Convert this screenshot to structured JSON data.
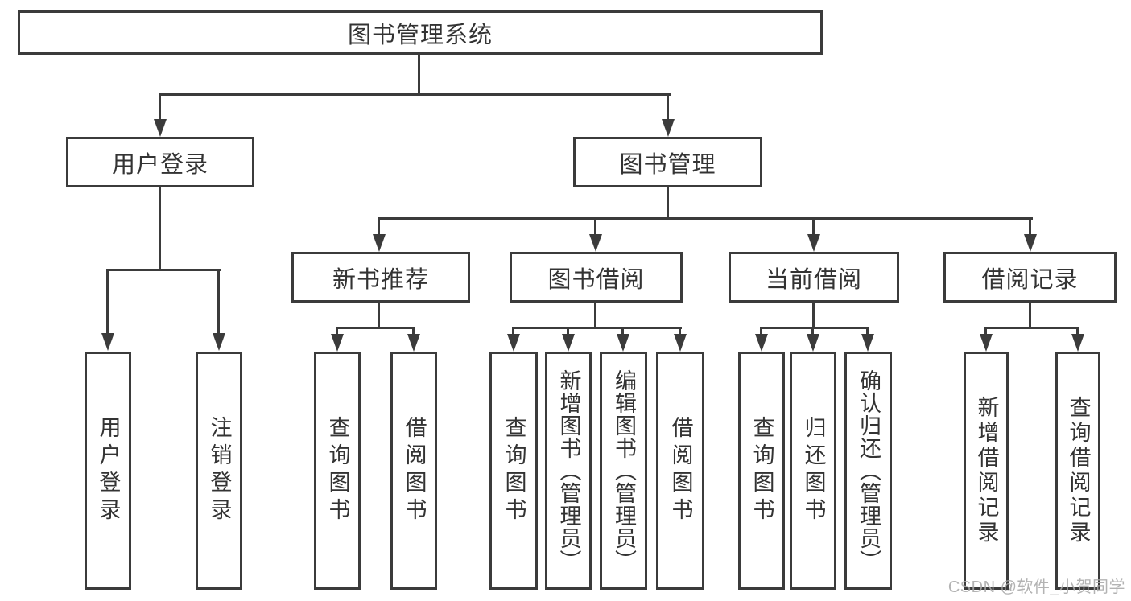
{
  "title": "图书管理系统",
  "login": {
    "label": "用户登录",
    "children": [
      "用户登录",
      "注销登录"
    ]
  },
  "management": {
    "label": "图书管理",
    "sections": [
      {
        "label": "新书推荐",
        "children": [
          "查询图书",
          "借阅图书"
        ]
      },
      {
        "label": "图书借阅",
        "children": [
          "查询图书",
          "新增图书（管理员）",
          "编辑图书（管理员）",
          "借阅图书"
        ]
      },
      {
        "label": "当前借阅",
        "children": [
          "查询图书",
          "归还图书",
          "确认归还（管理员）"
        ]
      },
      {
        "label": "借阅记录",
        "children": [
          "新增借阅记录",
          "查询借阅记录"
        ]
      }
    ]
  },
  "watermark": "CSDN @软件_小贺同学",
  "colors": {
    "line": "#3b3b3b",
    "text": "#333333",
    "watermark": "#a9a9a9",
    "background": "#ffffff"
  }
}
